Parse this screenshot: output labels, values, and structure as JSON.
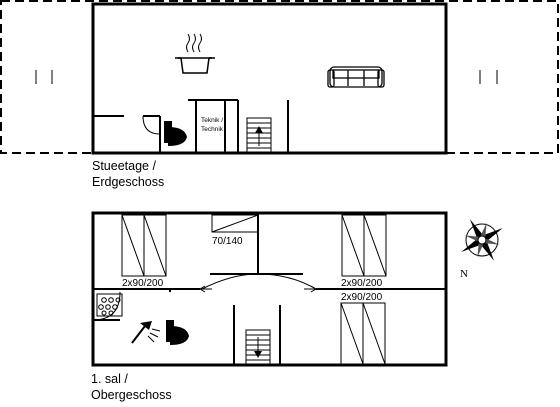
{
  "ground_floor": {
    "label_line1": "Stueetage /",
    "label_line2": "Erdgeschoss",
    "tech_room_line1": "Teknik /",
    "tech_room_line2": "Technik"
  },
  "upper_floor": {
    "label_line1": "1. sal /",
    "label_line2": "Obergeschoss",
    "bed_label_small": "70/140",
    "bed_label_left": "2x90/200",
    "bed_label_right_top": "2x90/200",
    "bed_label_right_bottom": "2x90/200"
  },
  "compass": {
    "north_label": "N"
  },
  "icons": [
    "kitchen-pot-icon",
    "sofa-icon",
    "toilet-icon",
    "stairs-up-icon",
    "stairs-down-icon",
    "jacuzzi-icon",
    "shower-icon",
    "compass-rose-icon"
  ]
}
